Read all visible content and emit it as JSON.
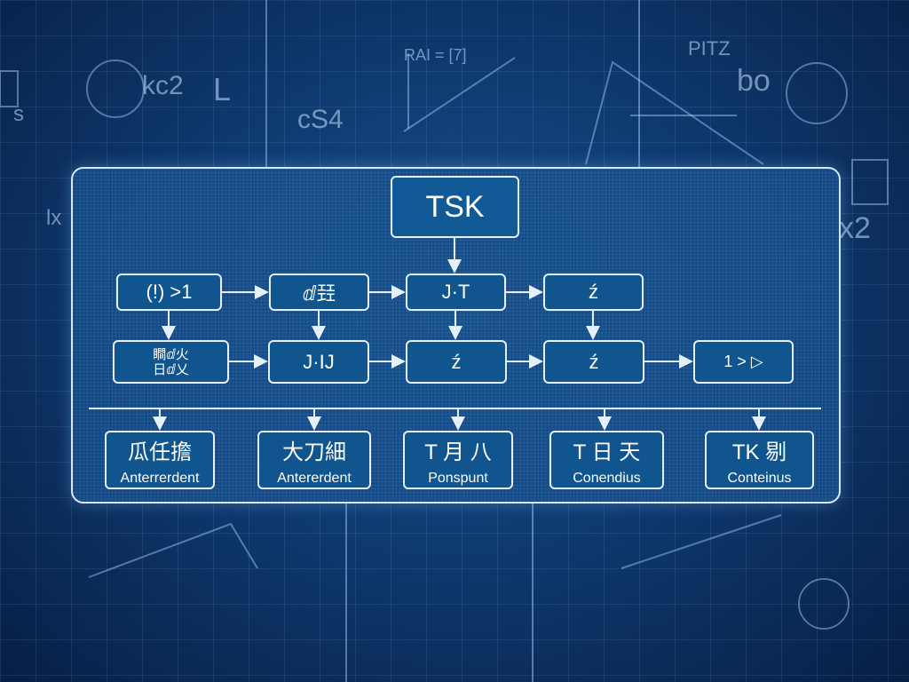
{
  "background_labels": [
    "kc2",
    "cS4",
    "RAI = [7]",
    "PITZ",
    "bo",
    "x2",
    "lx",
    "s",
    "L"
  ],
  "title_node": "TSK",
  "row1": [
    "(!) >1",
    "ⅆ㠭",
    "J·T",
    "ź"
  ],
  "row2": [
    [
      "瞷ⅆ火",
      "日ⅆ乂"
    ],
    "J·IJ",
    "ź",
    "ź",
    "1 > ▷"
  ],
  "row3": [
    {
      "title": "瓜任擔",
      "subtitle": "Anterrerdent"
    },
    {
      "title": "大刀細",
      "subtitle": "Antererdent"
    },
    {
      "title": "T 月 八",
      "subtitle": "Ponspunt"
    },
    {
      "title": "T 日 天",
      "subtitle": "Conendius"
    },
    {
      "title": "TK 剔",
      "subtitle": "Conteinus"
    }
  ]
}
